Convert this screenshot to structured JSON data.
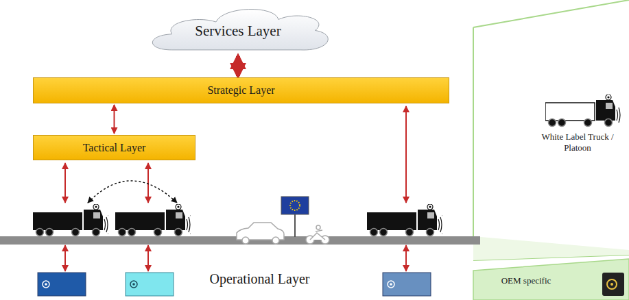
{
  "diagram": {
    "nodes": [
      {
        "text": [
          "Services Layer"
        ]
      },
      {
        "text": [
          "Strategic Layer"
        ]
      },
      {
        "text": [
          "Tactical Layer"
        ]
      }
    ],
    "edges": [
      {
        "from": 0,
        "to": 1,
        "arrow": "both"
      },
      {
        "from": 1,
        "to": 2,
        "arrow": "both"
      }
    ],
    "labels": [
      "Operational Layer",
      "White Label Truck / Platoon",
      "OEM specific"
    ]
  }
}
